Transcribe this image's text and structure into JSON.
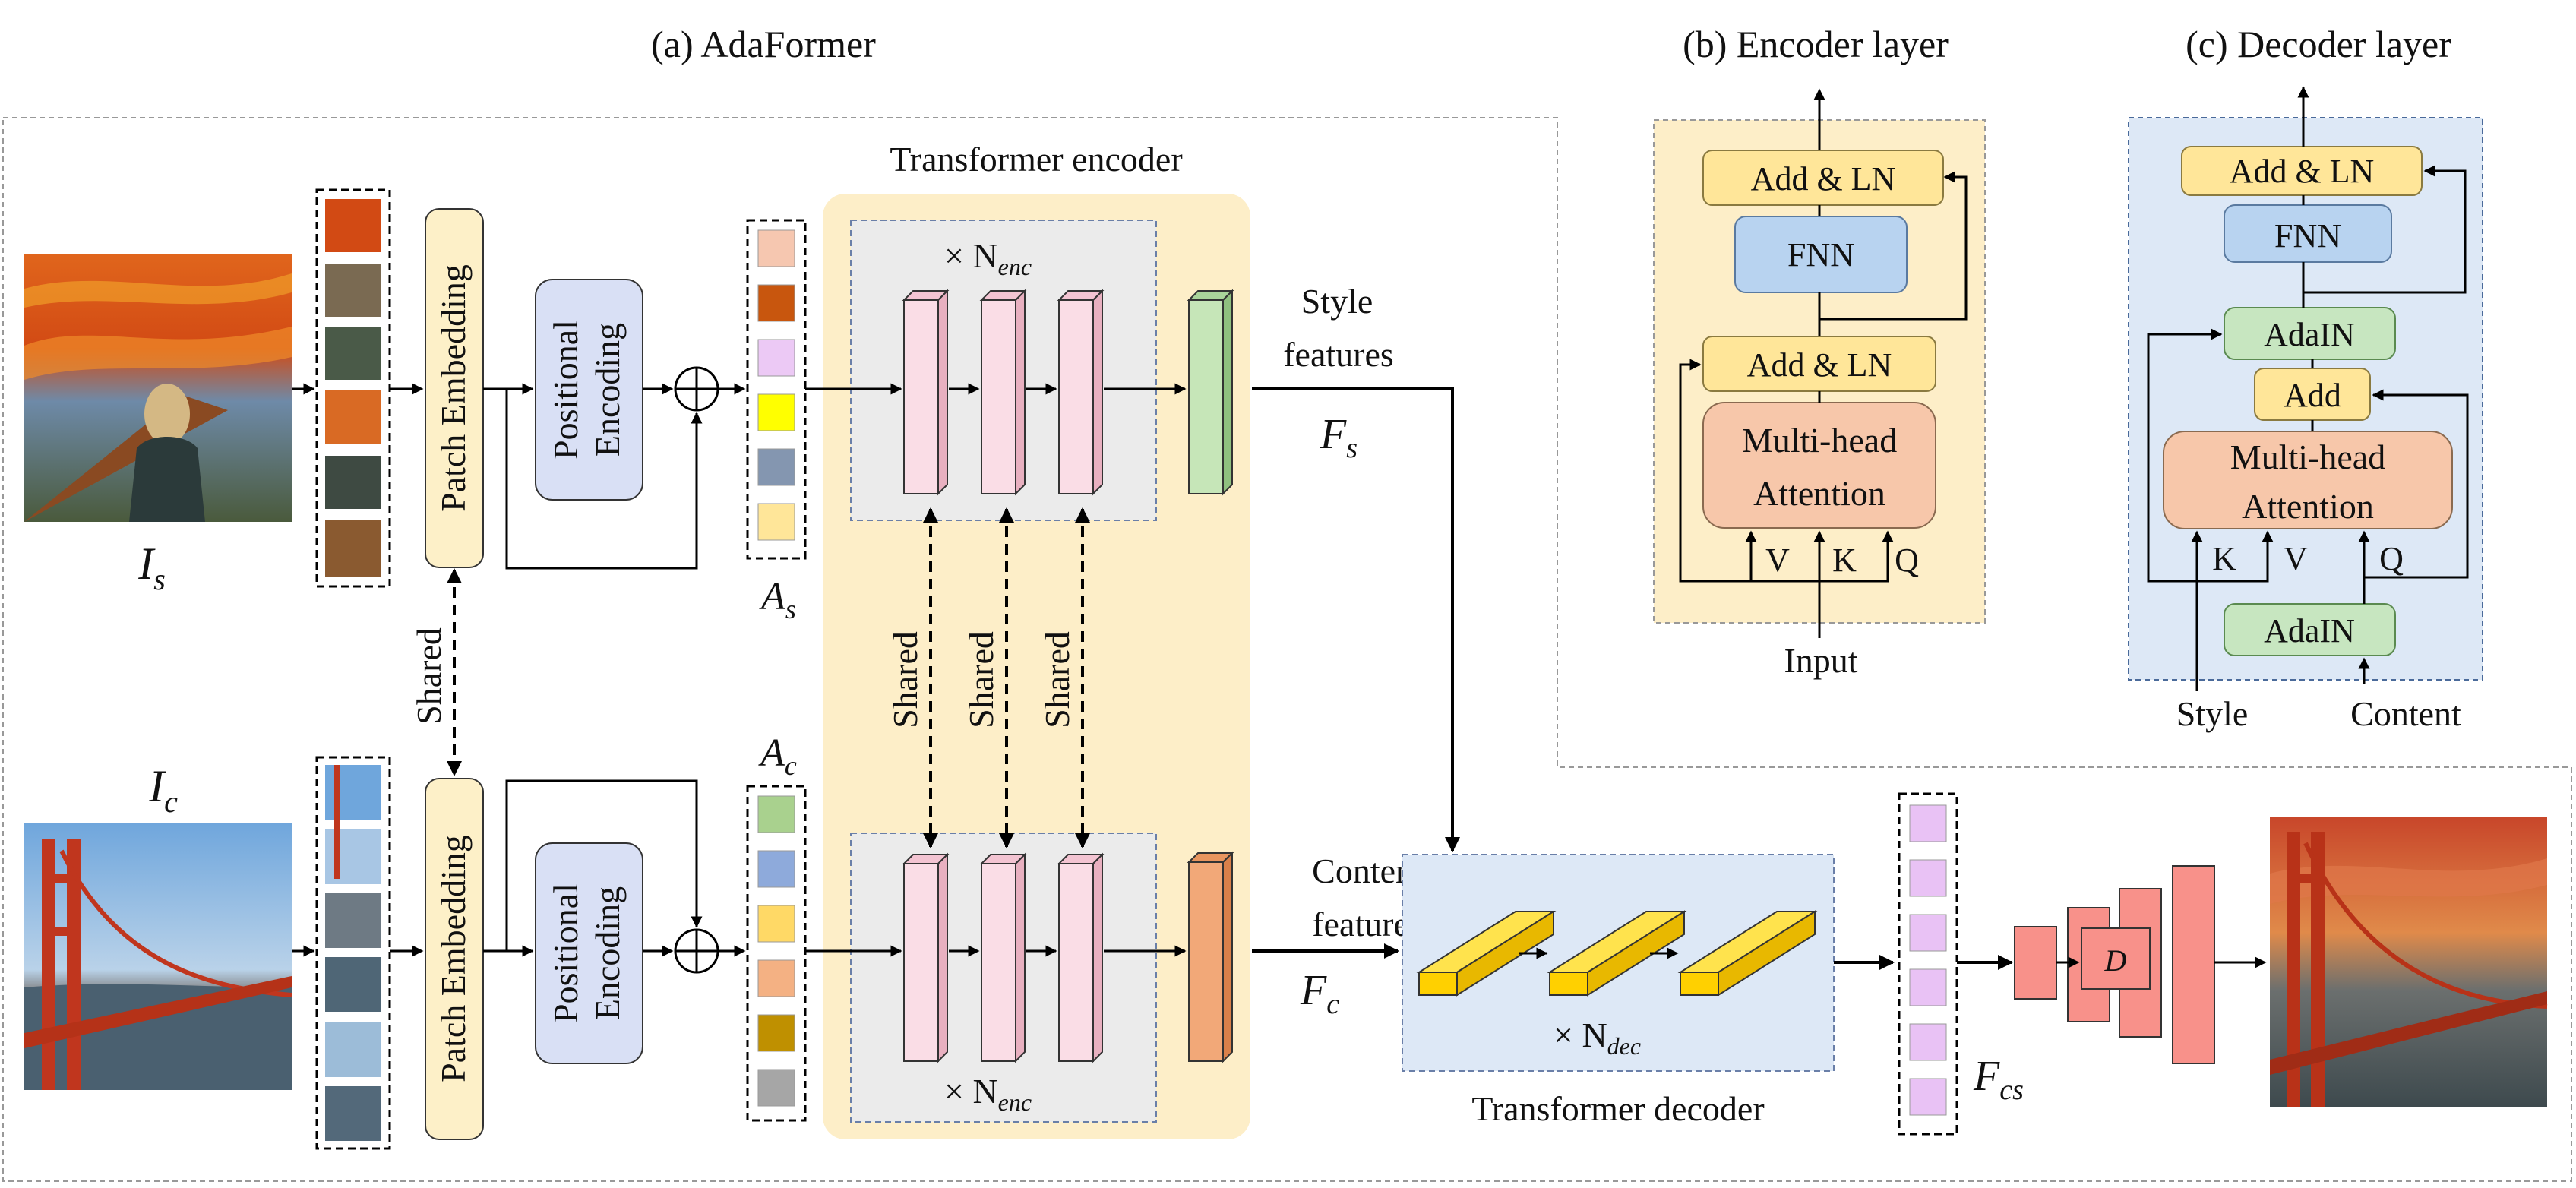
{
  "panel_a": {
    "title": "(a) AdaFormer",
    "transformer_encoder_title": "Transformer encoder",
    "repeat_enc_top": "× N",
    "repeat_enc_top_sub": "enc",
    "repeat_enc_bottom": "× N",
    "repeat_enc_bottom_sub": "enc",
    "style_image_label": "I",
    "style_image_sub": "s",
    "content_image_label": "I",
    "content_image_sub": "c",
    "patch_embedding": "Patch Embedding",
    "positional_encoding_line1": "Positional",
    "positional_encoding_line2": "Encoding",
    "shared": "Shared",
    "style_patch_seq_label": "A",
    "style_patch_seq_sub": "s",
    "content_patch_seq_label": "A",
    "content_patch_seq_sub": "c",
    "style_features_line1": "Style",
    "style_features_line2": "features",
    "style_features_symbol": "F",
    "style_features_sub": "s",
    "content_features_line1": "Content",
    "content_features_line2": "features",
    "content_features_symbol": "F",
    "content_features_sub": "c",
    "transformer_decoder_title": "Transformer decoder",
    "repeat_dec": "× N",
    "repeat_dec_sub": "dec",
    "output_seq_symbol": "F",
    "output_seq_sub": "cs",
    "discriminator_label": "D"
  },
  "panel_b": {
    "title": "(b) Encoder layer",
    "add_ln_top": "Add & LN",
    "fnn": "FNN",
    "add_ln_bottom": "Add & LN",
    "mha_line1": "Multi-head",
    "mha_line2": "Attention",
    "v": "V",
    "k": "K",
    "q": "Q",
    "input": "Input"
  },
  "panel_c": {
    "title": "(c) Decoder layer",
    "add_ln": "Add & LN",
    "fnn": "FNN",
    "adain_top": "AdaIN",
    "add": "Add",
    "mha_line1": "Multi-head",
    "mha_line2": "Attention",
    "k": "K",
    "v": "V",
    "q": "Q",
    "adain_bottom": "AdaIN",
    "style": "Style",
    "content": "Content"
  },
  "colors": {
    "encoder_bg": "#fdeec8",
    "decoder_bg": "#dde8f6",
    "add_ln": "#ffe699",
    "fnn": "#b8d3f0",
    "mha": "#f7c7aa",
    "adain": "#c7e6c0",
    "pos_enc": "#d9e0f5",
    "patch_emb": "#fdf0c8",
    "enc_block": "#fadde6",
    "dec_block": "#ffd700",
    "decoder_cnn": "#f8918a",
    "style_feat": "#c6e6b8",
    "content_feat": "#f2a878",
    "style_tokens": [
      "#f6c7b0",
      "#c8560e",
      "#ecc9f5",
      "#ffff00",
      "#8496b0",
      "#ffe699"
    ],
    "content_tokens": [
      "#a9d18e",
      "#8eaadb",
      "#ffd966",
      "#f4b183",
      "#bf9000",
      "#a6a6a6"
    ],
    "output_tokens": [
      "#e9c2f5",
      "#e9c2f5",
      "#e9c2f5",
      "#e9c2f5",
      "#e9c2f5",
      "#e9c2f5"
    ]
  },
  "icons": {
    "sum": "circled-plus-icon",
    "style_image": "scream-painting-image",
    "content_image": "golden-gate-photo-image",
    "output_image": "stylized-golden-gate-image"
  }
}
